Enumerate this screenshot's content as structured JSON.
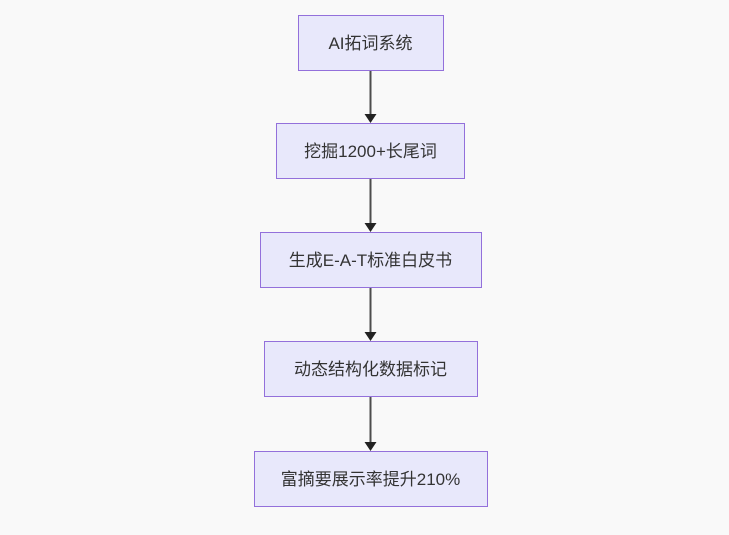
{
  "diagram": {
    "type": "flowchart",
    "direction": "top-down",
    "nodes": [
      {
        "id": "n1",
        "label": "AI拓词系统"
      },
      {
        "id": "n2",
        "label": "挖掘1200+长尾词"
      },
      {
        "id": "n3",
        "label": "生成E-A-T标准白皮书"
      },
      {
        "id": "n4",
        "label": "动态结构化数据标记"
      },
      {
        "id": "n5",
        "label": "富摘要展示率提升210%"
      }
    ],
    "edges": [
      {
        "from": "n1",
        "to": "n2",
        "arrow": "down"
      },
      {
        "from": "n2",
        "to": "n3",
        "arrow": "down"
      },
      {
        "from": "n3",
        "to": "n4",
        "arrow": "down"
      },
      {
        "from": "n4",
        "to": "n5",
        "arrow": "down"
      }
    ],
    "colors": {
      "background": "#f9f9f9",
      "node_fill": "#e8e8fb",
      "node_border": "#9370db",
      "node_text": "#333333",
      "edge_line": "#4d4d4d",
      "arrowhead": "#222222"
    }
  }
}
